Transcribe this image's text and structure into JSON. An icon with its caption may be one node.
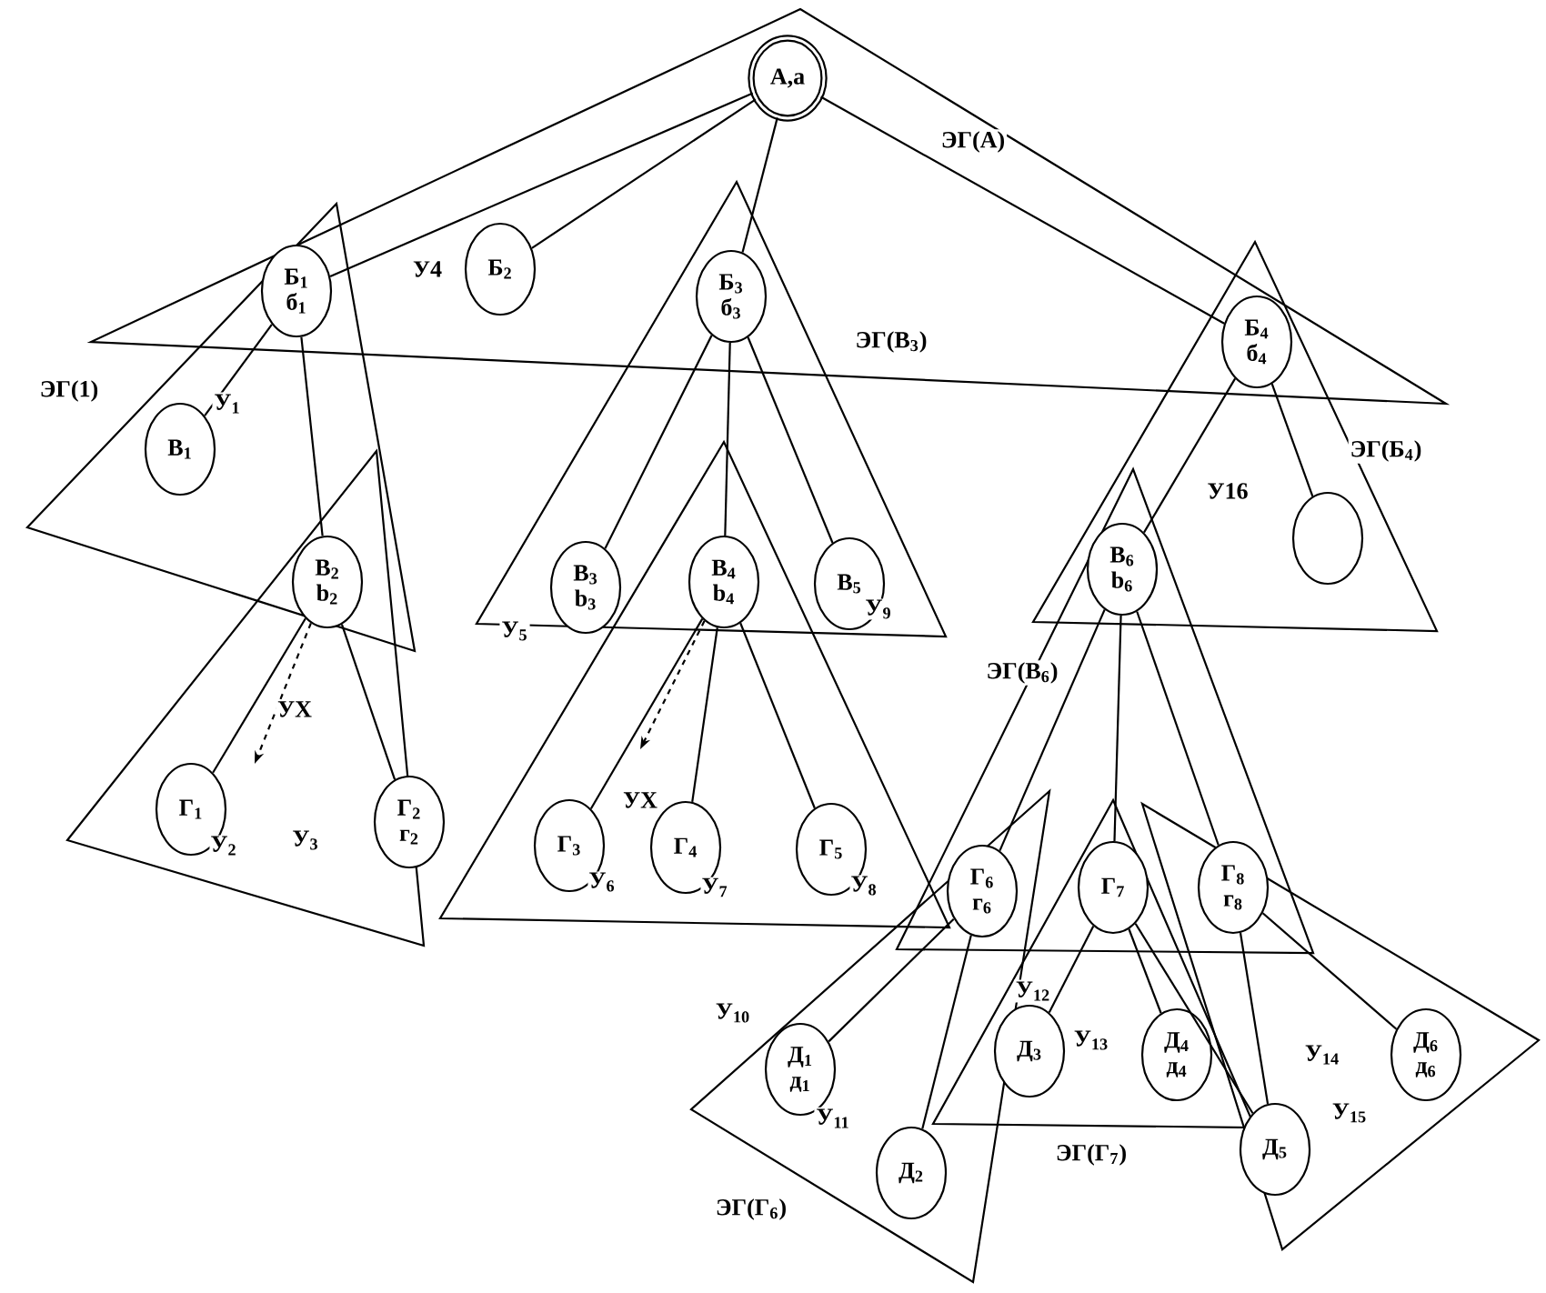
{
  "diagram": {
    "nodes": [
      {
        "text": [
          "А,а"
        ]
      },
      {
        "text": [
          "Б$_{1}$",
          "б$_{1}$"
        ]
      },
      {
        "text": [
          "Б$_{2}$"
        ]
      },
      {
        "text": [
          "Б$_{3}$",
          "б$_{3}$"
        ]
      },
      {
        "text": [
          "Б$_{4}$",
          "б$_{4}$"
        ]
      },
      {
        "text": [
          "В$_{1}$"
        ]
      },
      {
        "text": [
          "В$_{2}$",
          "b$_{2}$"
        ]
      },
      {
        "text": [
          "В$_{3}$",
          "b$_{3}$"
        ]
      },
      {
        "text": [
          "В$_{4}$",
          "b$_{4}$"
        ]
      },
      {
        "text": [
          "В$_{5}$"
        ],
        "beside": [
          "У$_{9}$"
        ]
      },
      {
        "text": [
          "В$_{6}$",
          "b$_{6}$"
        ]
      },
      {
        "text": [],
        "shape": "circle"
      },
      {
        "text": [
          "Г$_{1}$"
        ],
        "beside": [
          "У$_{2}$"
        ]
      },
      {
        "text": [
          "Г$_{2}$",
          "г$_{2}$"
        ]
      },
      {
        "text": [
          "Г$_{3}$"
        ],
        "beside": [
          "У$_{6}$"
        ]
      },
      {
        "text": [
          "Г$_{4}$"
        ],
        "beside": [
          "У$_{7}$"
        ]
      },
      {
        "text": [
          "Г$_{5}$"
        ],
        "beside": [
          "У$_{8}$"
        ]
      },
      {
        "text": [
          "Г$_{6}$",
          "г$_{6}$"
        ]
      },
      {
        "text": [
          "Г$_{7}$"
        ]
      },
      {
        "text": [
          "Г$_{8}$",
          "г$_{8}$"
        ]
      },
      {
        "text": [
          "Д$_{1}$",
          "д$_{1}$"
        ]
      },
      {
        "text": [
          "Д$_{2}$"
        ]
      },
      {
        "text": [
          "Д$_{3}$"
        ]
      },
      {
        "text": [
          "Д$_{4}$",
          "д$_{4}$"
        ]
      },
      {
        "text": [
          "Д$_{5}$"
        ]
      },
      {
        "text": [
          "Д$_{6}$",
          "д$_{6}$"
        ]
      }
    ],
    "edges": [
      {
        "from": 0,
        "to": 1,
        "arrow": "none"
      },
      {
        "from": 0,
        "to": 2,
        "arrow": "none"
      },
      {
        "from": 0,
        "to": 3,
        "arrow": "none"
      },
      {
        "from": 0,
        "to": 4,
        "arrow": "none"
      },
      {
        "from": 1,
        "to": 5,
        "arrow": "none"
      },
      {
        "from": 1,
        "to": 6,
        "arrow": "none"
      },
      {
        "from": 3,
        "to": 7,
        "arrow": "none"
      },
      {
        "from": 3,
        "to": 8,
        "arrow": "none"
      },
      {
        "from": 3,
        "to": 9,
        "arrow": "none"
      },
      {
        "from": 4,
        "to": 10,
        "arrow": "none"
      },
      {
        "from": 4,
        "to": 11,
        "arrow": "none"
      },
      {
        "from": 6,
        "to": 12,
        "arrow": "none"
      },
      {
        "from": 6,
        "to": 13,
        "arrow": "none"
      },
      {
        "from": 8,
        "to": 14,
        "arrow": "none"
      },
      {
        "from": 8,
        "to": 15,
        "arrow": "none"
      },
      {
        "from": 8,
        "to": 16,
        "arrow": "none"
      },
      {
        "from": 10,
        "to": 17,
        "arrow": "none"
      },
      {
        "from": 10,
        "to": 18,
        "arrow": "none"
      },
      {
        "from": 10,
        "to": 19,
        "arrow": "none"
      },
      {
        "from": 17,
        "to": 20,
        "arrow": "none"
      },
      {
        "from": 17,
        "to": 21,
        "arrow": "none"
      },
      {
        "from": 18,
        "to": 22,
        "arrow": "none"
      },
      {
        "from": 18,
        "to": 23,
        "arrow": "none"
      },
      {
        "from": 18,
        "to": 24,
        "arrow": "none"
      },
      {
        "from": 19,
        "to": 24,
        "arrow": "none"
      },
      {
        "from": 19,
        "to": 25,
        "arrow": "none"
      },
      {
        "from": 6,
        "to": null,
        "arrow": "to",
        "style": "dashed",
        "label": "УХ"
      },
      {
        "from": 8,
        "to": null,
        "arrow": "to",
        "style": "dashed",
        "label": "УХ"
      }
    ],
    "labels": [
      "ЭГ(А)",
      "У4",
      "ЭГ(В$_{3}$)",
      "ЭГ(1)",
      "У$_{1}$",
      "ЭГ(Б$_{4}$)",
      "У16",
      "У$_{5}$",
      "ЭГ(В$_{6}$)",
      "У$_{3}$",
      "У$_{10}$",
      "У$_{12}$",
      "У$_{13}$",
      "У$_{14}$",
      "У$_{11}$",
      "У$_{15}$",
      "ЭГ(Г$_{7}$)",
      "ЭГ(Г$_{6}$)"
    ]
  }
}
